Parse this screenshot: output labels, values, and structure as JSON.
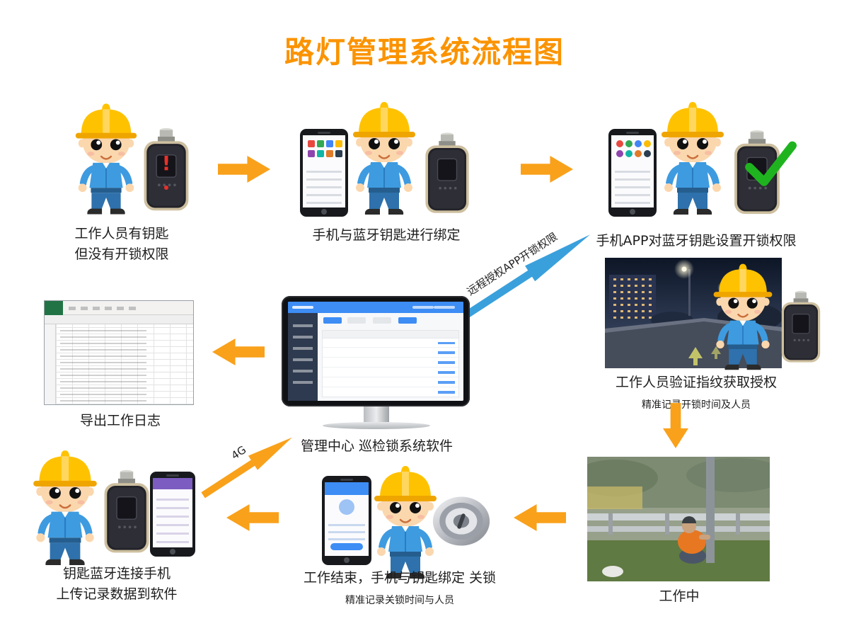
{
  "title": "路灯管理系统流程图",
  "colors": {
    "title_orange": "#FB9300",
    "arrow_orange": "#F9A11B",
    "arrow_blue": "#3AA0DC",
    "check_green": "#1FB41F",
    "alert_red": "#E8312A"
  },
  "steps": {
    "no_permission": {
      "line1": "工作人员有钥匙",
      "line2": "但没有开锁权限",
      "alert": "!"
    },
    "bind": {
      "caption": "手机与蓝牙钥匙进行绑定"
    },
    "set_permission": {
      "caption": "手机APP对蓝牙钥匙设置开锁权限"
    },
    "verify": {
      "caption": "工作人员验证指纹获取授权",
      "note": "精准记录开锁时间及人员"
    },
    "working": {
      "caption": "工作中"
    },
    "finish": {
      "caption": "工作结束，手机与钥匙绑定 关锁",
      "note": "精准记录关锁时间与人员"
    },
    "upload": {
      "line1": "钥匙蓝牙连接手机",
      "line2": "上传记录数据到软件"
    },
    "center": {
      "caption": "管理中心 巡检锁系统软件"
    },
    "export": {
      "caption": "导出工作日志"
    }
  },
  "labels": {
    "remote_auth": "远程授权APP开锁权限",
    "network": "4G"
  },
  "icons": {
    "worker": "worker-cartoon",
    "bluetooth_key": "bluetooth-key-lock",
    "smartphone": "smartphone",
    "check": "green-check",
    "cam_lock": "cam-lock-cylinder"
  }
}
